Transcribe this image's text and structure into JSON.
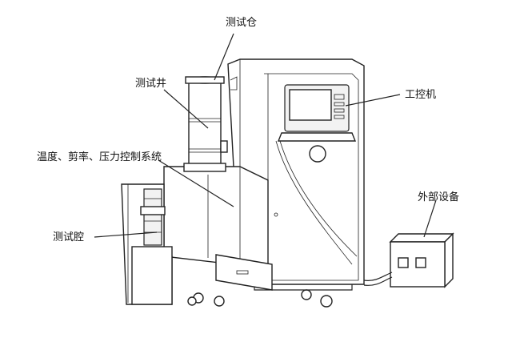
{
  "labels": {
    "test_chamber": "测试仓",
    "test_well": "测试井",
    "control_system": "温度、剪率、压力控制系统",
    "industrial_pc": "工控机",
    "external_equipment": "外部设备",
    "test_cavity": "测试腔"
  }
}
